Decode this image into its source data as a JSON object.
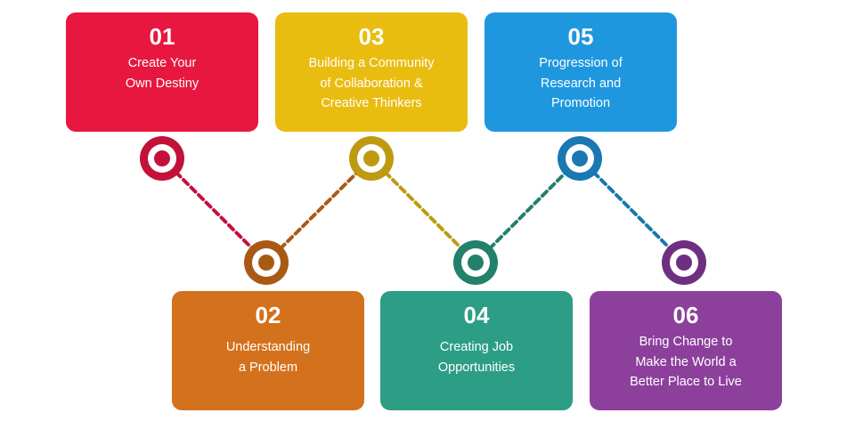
{
  "steps": [
    {
      "number": "01",
      "label": "Create Your Own Destiny",
      "lines": [
        "Create Your",
        "Own Destiny"
      ],
      "color": "#E8173F",
      "node_color": "#C3123A"
    },
    {
      "number": "02",
      "label": "Understanding a Problem",
      "lines": [
        "Understanding",
        "a Problem"
      ],
      "color": "#D4711C",
      "node_color": "#A85A15"
    },
    {
      "number": "03",
      "label": "Building a Community of Collaboration & Creative Thinkers",
      "lines": [
        "Building a Community",
        "of Collaboration &",
        "Creative Thinkers"
      ],
      "color": "#E9BC10",
      "node_color": "#BE9A10"
    },
    {
      "number": "04",
      "label": "Creating Job Opportunities",
      "lines": [
        "Creating Job",
        "Opportunities"
      ],
      "color": "#2C9E85",
      "node_color": "#23806B"
    },
    {
      "number": "05",
      "label": "Progression of Research and Promotion",
      "lines": [
        "Progression of",
        "Research and",
        "Promotion"
      ],
      "color": "#1F97DF",
      "node_color": "#1A78B2"
    },
    {
      "number": "06",
      "label": "Bring Change to Make the World a Better Place to Live",
      "lines": [
        "Bring Change to",
        "Make the World a",
        "Better Place to Live"
      ],
      "color": "#8C409C",
      "node_color": "#6F2F80"
    }
  ]
}
